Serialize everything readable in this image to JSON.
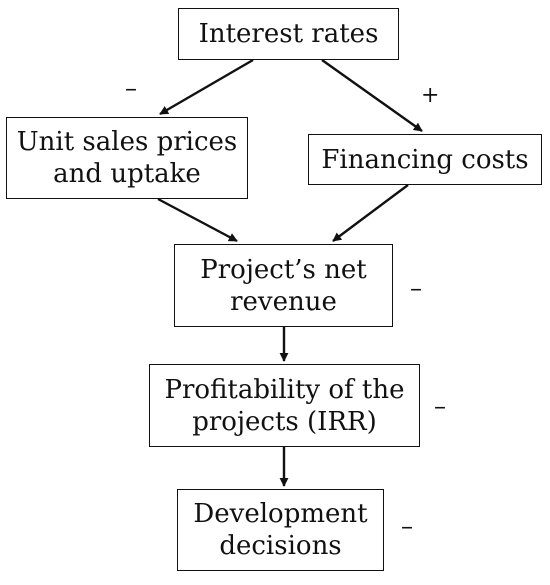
{
  "diagram": {
    "nodes": {
      "interest_rates": "Interest rates",
      "unit_sales_line1": "Unit sales prices",
      "unit_sales_line2": "and uptake",
      "financing_costs": "Financing costs",
      "net_revenue_line1": "Project’s net",
      "net_revenue_line2": "revenue",
      "profitability_line1": "Profitability of the",
      "profitability_line2": "projects (IRR)",
      "development_line1": "Development",
      "development_line2": "decisions"
    },
    "signs": {
      "interest_to_unit_sales": "–",
      "interest_to_financing": "+",
      "net_revenue": "–",
      "profitability": "–",
      "development": "–"
    },
    "edges": [
      {
        "from": "interest_rates",
        "to": "unit_sales"
      },
      {
        "from": "interest_rates",
        "to": "financing_costs"
      },
      {
        "from": "unit_sales",
        "to": "net_revenue"
      },
      {
        "from": "financing_costs",
        "to": "net_revenue"
      },
      {
        "from": "net_revenue",
        "to": "profitability"
      },
      {
        "from": "profitability",
        "to": "development"
      }
    ]
  }
}
